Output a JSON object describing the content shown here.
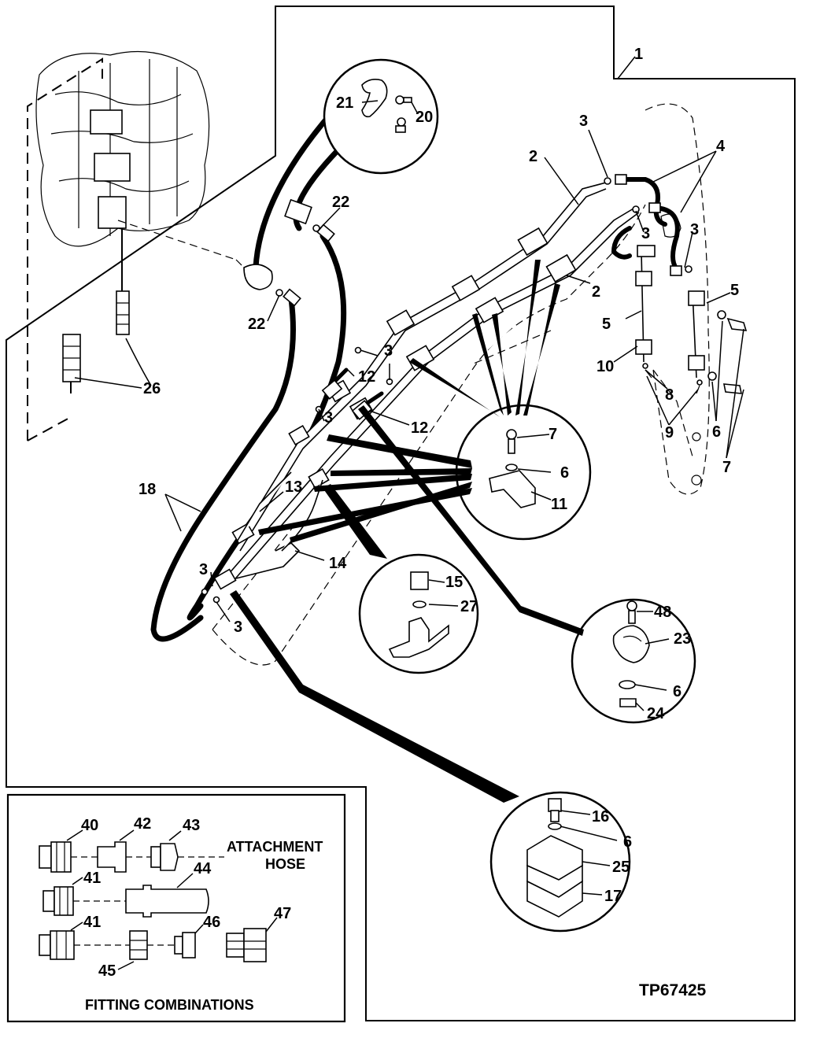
{
  "drawing_code": "TP67425",
  "inset": {
    "title": "FITTING COMBINATIONS",
    "attachment_hose_line1": "ATTACHMENT",
    "attachment_hose_line2": "HOSE"
  },
  "callouts": {
    "c1": "1",
    "c2a": "2",
    "c2b": "2",
    "c3a": "3",
    "c3b": "3",
    "c3c": "3",
    "c3d": "3",
    "c3e": "3",
    "c3f": "3",
    "c3g": "3",
    "c4": "4",
    "c5a": "5",
    "c5b": "5",
    "c6a": "6",
    "c6b": "6",
    "c6c": "6",
    "c6d": "6",
    "c7a": "7",
    "c7b": "7",
    "c8": "8",
    "c9": "9",
    "c10": "10",
    "c11": "11",
    "c12a": "12",
    "c12b": "12",
    "c13": "13",
    "c14": "14",
    "c15": "15",
    "c16": "16",
    "c17": "17",
    "c18": "18",
    "c20": "20",
    "c21": "21",
    "c22a": "22",
    "c22b": "22",
    "c23": "23",
    "c24": "24",
    "c25": "25",
    "c26": "26",
    "c27": "27",
    "c40": "40",
    "c41a": "41",
    "c41b": "41",
    "c42": "42",
    "c43": "43",
    "c44": "44",
    "c45": "45",
    "c46": "46",
    "c47": "47",
    "c48": "48"
  }
}
